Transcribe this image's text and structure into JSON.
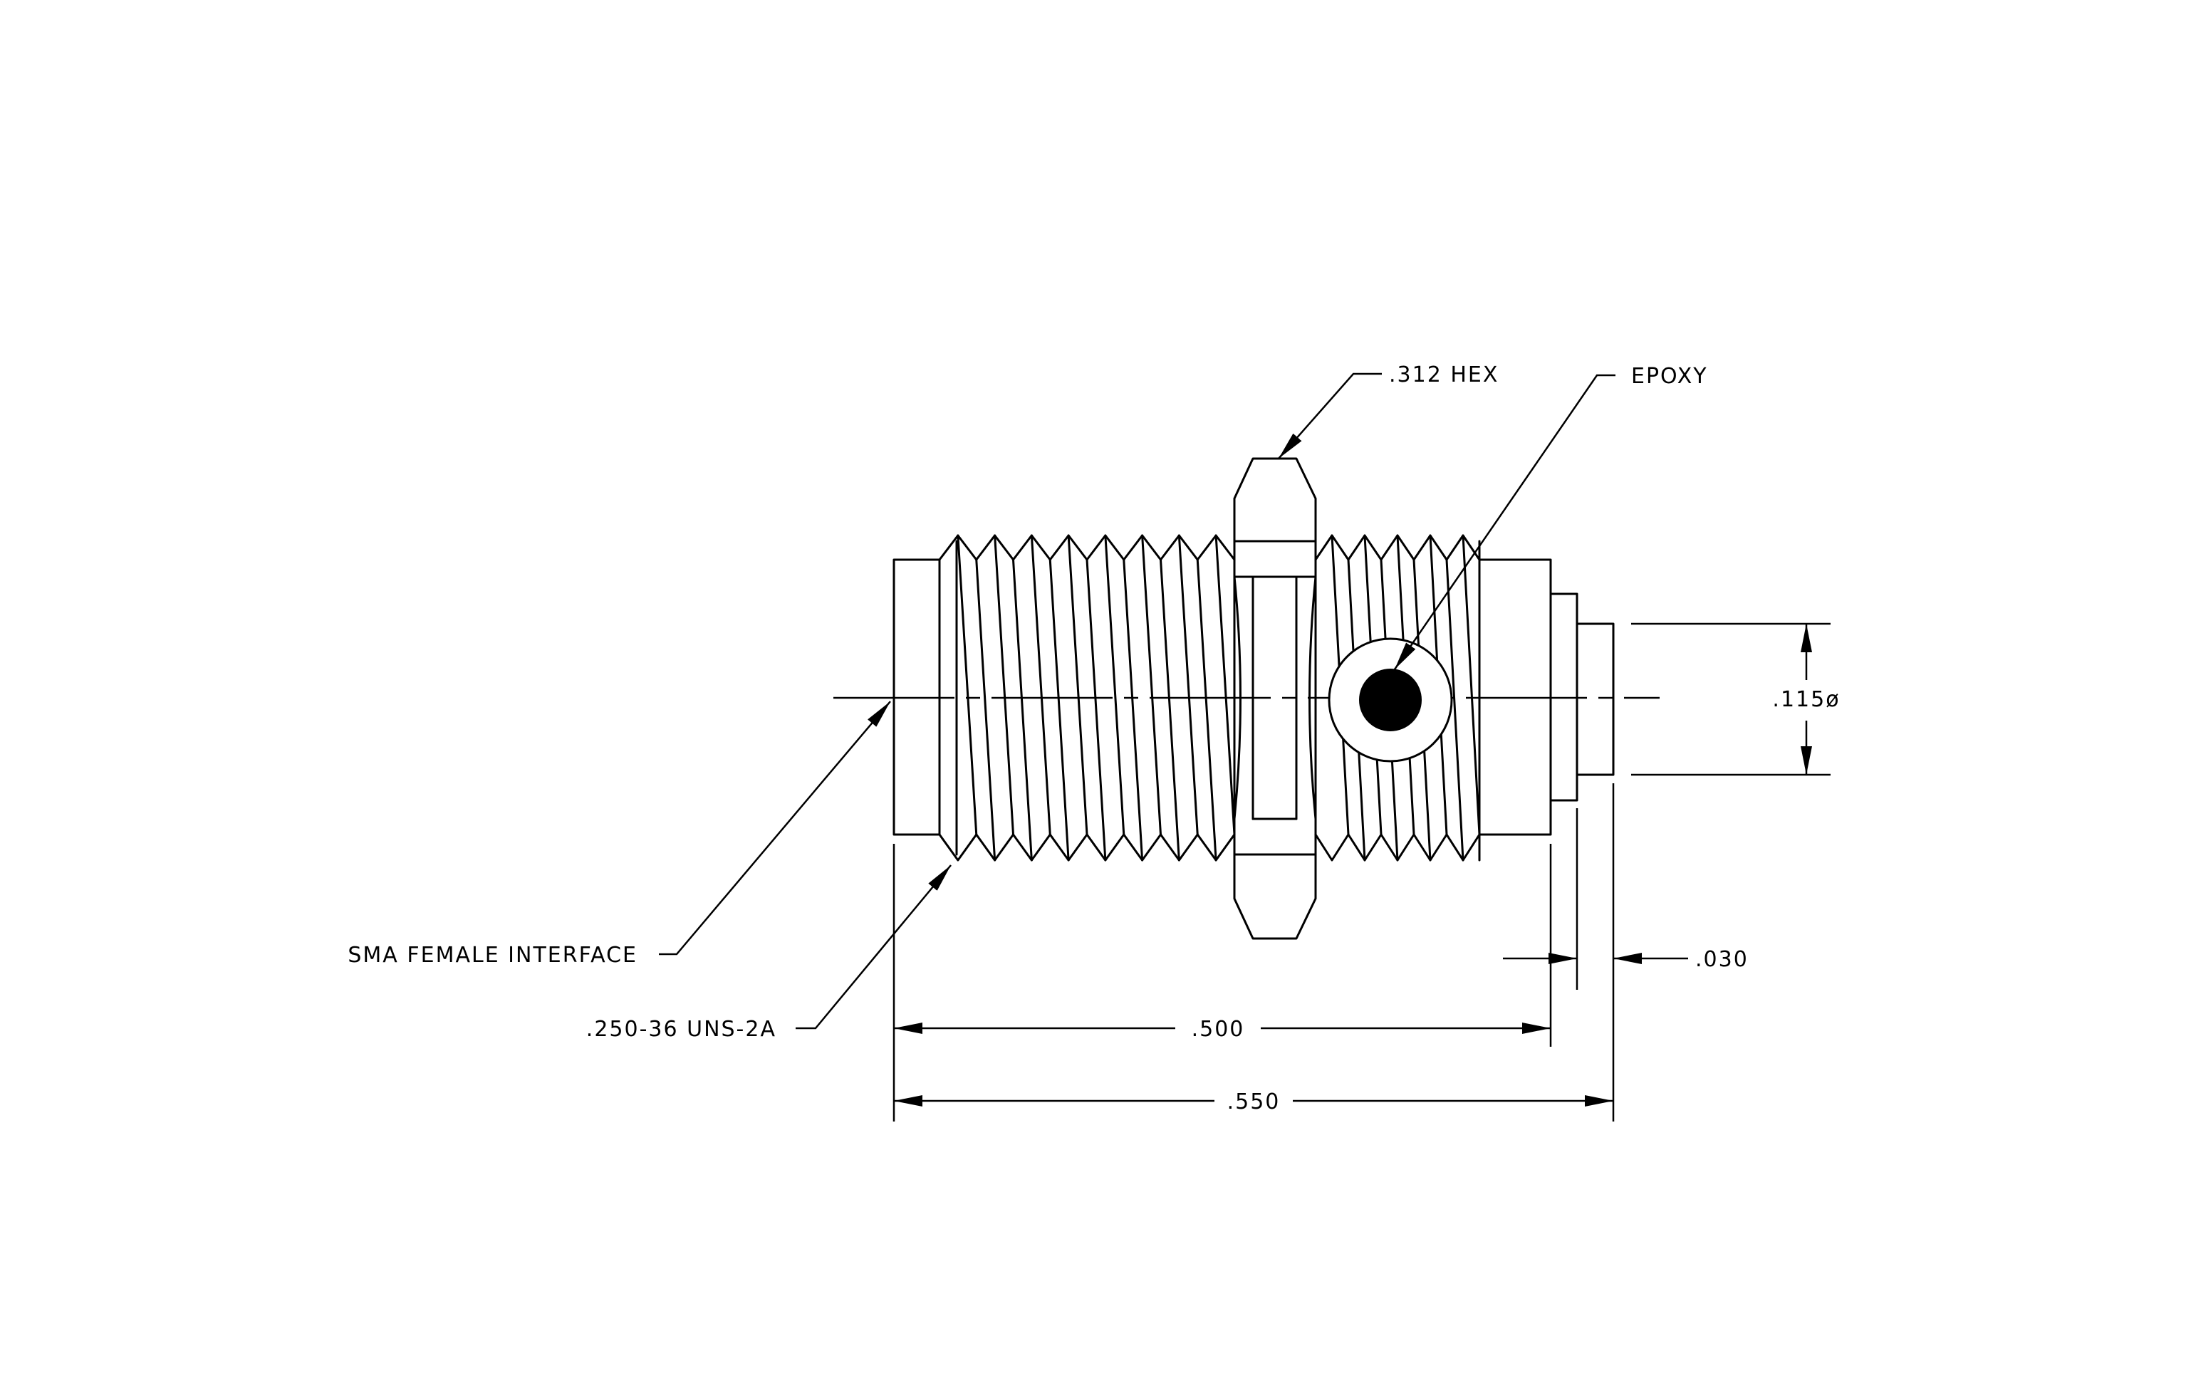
{
  "labels": {
    "hex": ".312 HEX",
    "epoxy": "EPOXY",
    "sma": "SMA FEMALE INTERFACE",
    "thread": ".250-36 UNS-2A",
    "dim_500": ".500",
    "dim_550": ".550",
    "dim_030": ".030",
    "dim_115": ".115ø"
  },
  "colors": {
    "line": "#000000",
    "background": "#ffffff"
  }
}
